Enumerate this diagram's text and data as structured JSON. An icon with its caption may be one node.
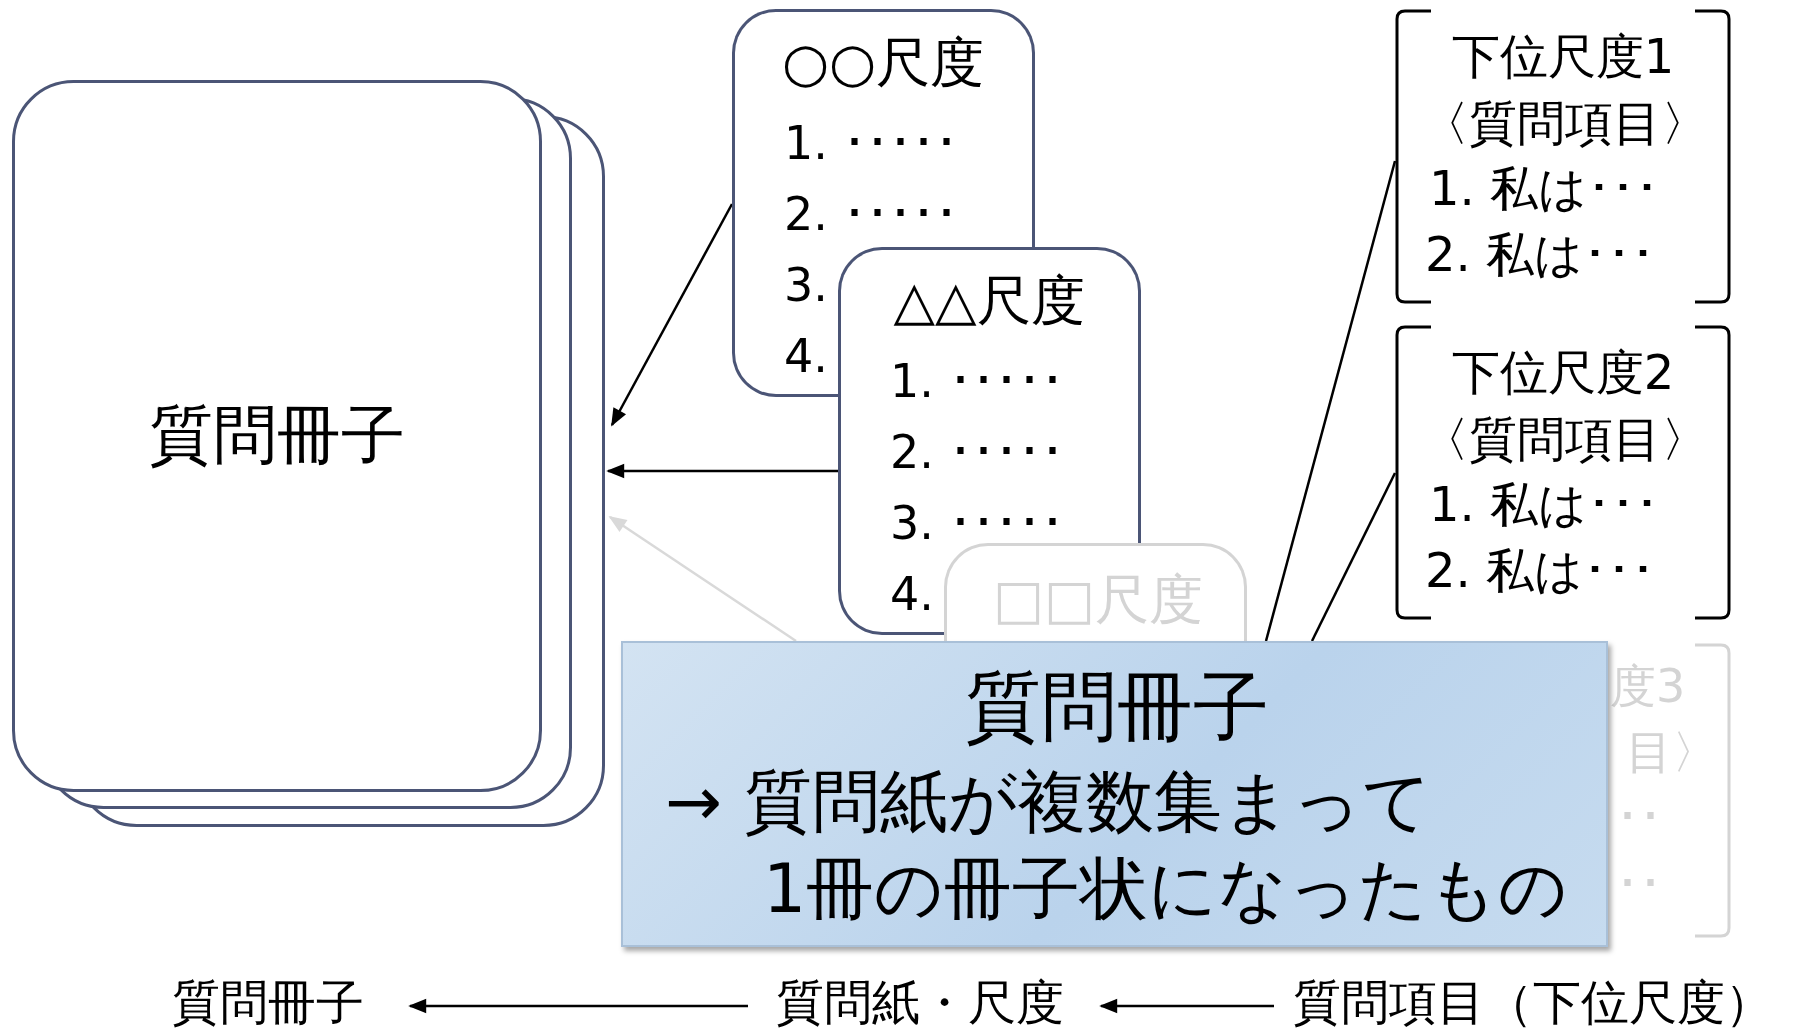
{
  "diagram": {
    "nodes": [
      {
        "text": [
          "質問冊子"
        ]
      },
      {
        "text": [
          "○○尺度",
          "1. ･････",
          "2. ･････",
          "3.",
          "4."
        ]
      },
      {
        "text": [
          "△△尺度",
          "1. ･････",
          "2. ･････",
          "3. ･････",
          "4."
        ]
      },
      {
        "text": [
          "□□尺度"
        ]
      },
      {
        "text": [
          "下位尺度1",
          "〈質問項目〉",
          "1. 私は･･･",
          "2. 私は･･･"
        ]
      },
      {
        "text": [
          "下位尺度2",
          "〈質問項目〉",
          "1. 私は･･･",
          "2. 私は･･･"
        ]
      },
      {
        "text": [
          "度3",
          "目〉",
          "･･",
          "･･"
        ]
      },
      {
        "text": [
          "質問冊子",
          "→ 質問紙が複数集まって",
          "1冊の冊子状になったもの"
        ]
      },
      {
        "text": [
          "質問冊子"
        ]
      },
      {
        "text": [
          "質問紙・尺度"
        ]
      },
      {
        "text": [
          "質問項目（下位尺度）"
        ]
      }
    ],
    "edges": [
      {
        "from": 1,
        "to": 0,
        "arrow": "to"
      },
      {
        "from": 2,
        "to": 0,
        "arrow": "to"
      },
      {
        "from": 7,
        "to": 0,
        "arrow": "to",
        "color": "#d9d9d9"
      },
      {
        "from": 4,
        "to": 7,
        "arrow": "none"
      },
      {
        "from": 5,
        "to": 7,
        "arrow": "none"
      },
      {
        "from": 9,
        "to": 8,
        "arrow": "to"
      },
      {
        "from": 10,
        "to": 9,
        "arrow": "to"
      }
    ]
  }
}
